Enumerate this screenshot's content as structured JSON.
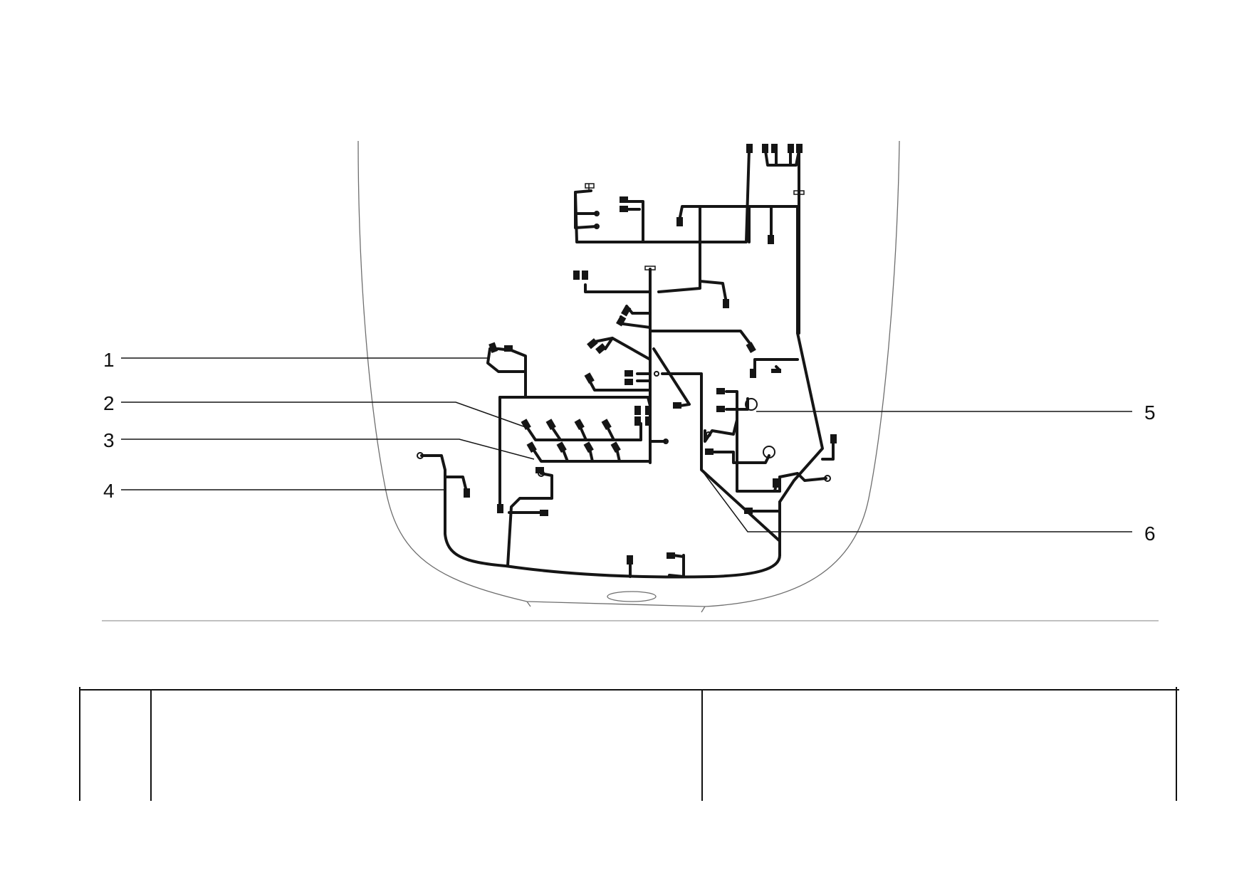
{
  "callouts": [
    {
      "id": "1",
      "label": "1"
    },
    {
      "id": "2",
      "label": "2"
    },
    {
      "id": "3",
      "label": "3"
    },
    {
      "id": "4",
      "label": "4"
    },
    {
      "id": "5",
      "label": "5"
    },
    {
      "id": "6",
      "label": "6"
    }
  ],
  "table": {
    "columns": [
      "",
      "",
      ""
    ]
  }
}
